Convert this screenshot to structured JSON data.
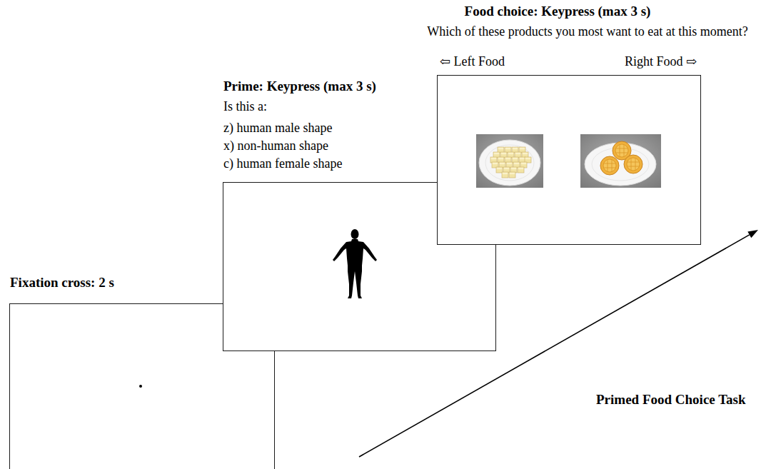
{
  "diagram": {
    "nodes": [
      {
        "text": [
          "Fixation cross: 2 s"
        ]
      },
      {
        "text": [
          "Prime: Keypress (max 3 s)",
          "Is this a:",
          "z) human male shape",
          "x) non-human shape",
          "c) human female shape"
        ]
      },
      {
        "text": [
          "Food choice: Keypress (max 3 s)",
          "Which of these products you most want to eat at this moment?",
          "⇦ Left Food",
          "Right Food ⇨"
        ]
      }
    ],
    "labels": [
      "Primed Food Choice Task"
    ]
  }
}
